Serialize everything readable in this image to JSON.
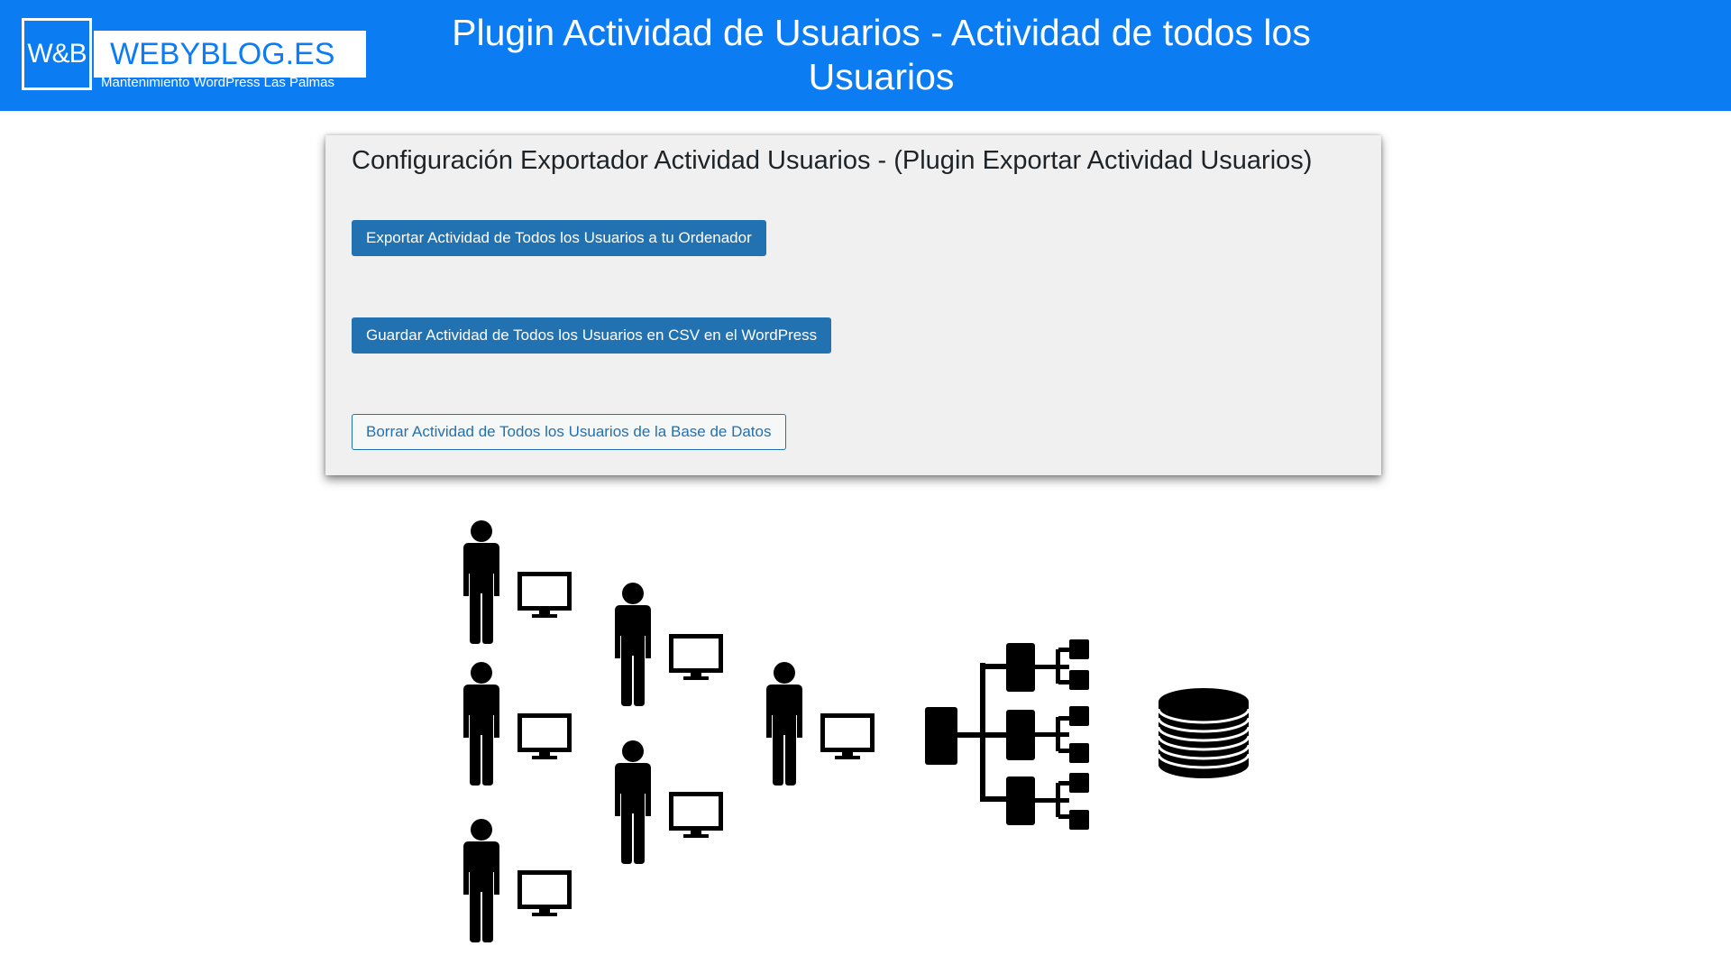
{
  "header": {
    "logo_short": "W&B",
    "logo_site": "WEBYBLOG.ES",
    "logo_tagline": "Mantenimiento WordPress Las Palmas",
    "title": "Plugin Actividad de Usuarios - Actividad de todos los Usuarios"
  },
  "panel": {
    "title": "Configuración Exportador Actividad Usuarios - (Plugin Exportar Actividad Usuarios)",
    "buttons": [
      {
        "label": "Exportar Actividad de Todos los Usuarios a tu Ordenador",
        "style": "primary"
      },
      {
        "label": "Guardar Actividad de Todos los Usuarios en CSV en el WordPress",
        "style": "primary"
      },
      {
        "label": "Borrar Actividad de Todos los Usuarios de la Base de Datos",
        "style": "secondary"
      }
    ]
  },
  "illustration": {
    "icons": [
      "user-icon",
      "monitor-icon",
      "sitemap-icon",
      "database-icon"
    ]
  },
  "colors": {
    "banner": "#0c7cf2",
    "wp_button": "#2271b1",
    "panel_bg": "#f0f0f1"
  }
}
